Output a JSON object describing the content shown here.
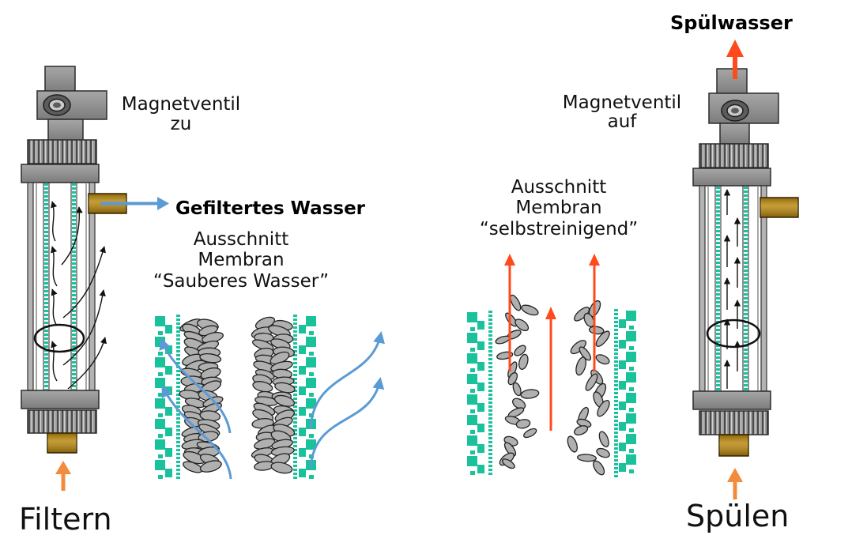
{
  "filter_mode": {
    "title": "Filtern",
    "valve_label_line1": "Magnetventil",
    "valve_label_line2": "zu",
    "outlet_label": "Gefiltertes Wasser",
    "cutout_label": [
      "Ausschnitt",
      "Membran",
      "“Sauberes Wasser”"
    ]
  },
  "rinse_mode": {
    "title": "Spülen",
    "valve_label_line1": "Magnetventil",
    "valve_label_line2": "auf",
    "rinse_outlet_label": "Spülwasser",
    "cutout_label": [
      "Ausschnitt",
      "Membran",
      "“selbstreinigend”"
    ]
  },
  "colors": {
    "membrane": "#19c29b",
    "brass": "#b8860b",
    "filtered_water_arrow": "#5b9bd5",
    "rinse_water_arrow": "#ff4a1c",
    "feed_water_arrow": "#f28b3c",
    "particle": "#b0b0b0"
  }
}
